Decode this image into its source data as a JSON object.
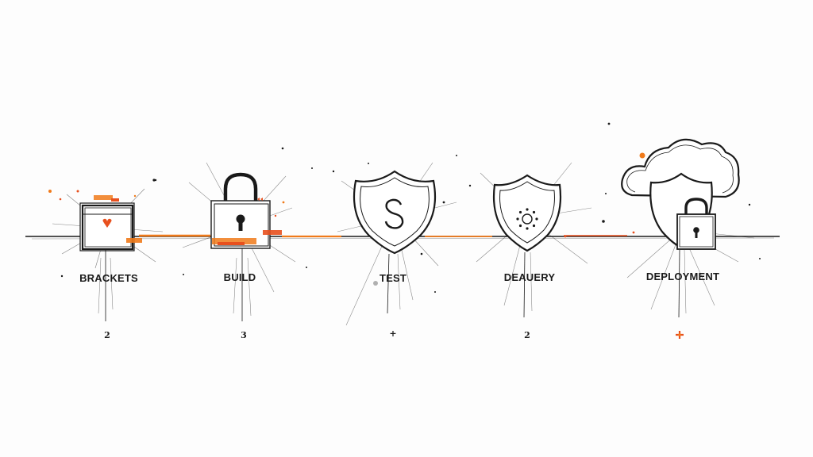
{
  "stages": [
    {
      "label": "BRACKETS",
      "marker": "2",
      "icon": "window-heart-icon",
      "accent": "#e8501e"
    },
    {
      "label": "BUILD",
      "marker": "3",
      "icon": "padlock-icon",
      "accent": "#f07a1a"
    },
    {
      "label": "TEST",
      "marker": "+",
      "icon": "shield-s-icon",
      "accent": "#e8501e"
    },
    {
      "label": "DEAUERY",
      "marker": "2",
      "icon": "shield-gear-icon",
      "accent": "#f07a1a"
    },
    {
      "label": "DEPLOYMENT",
      "marker": "",
      "icon": "cloud-shield-lock-icon",
      "accent": "#e8501e"
    }
  ],
  "colors": {
    "ink": "#1a1a1a",
    "accent_orange": "#f07a1a",
    "accent_red": "#e8501e",
    "background": "#fdfdfd"
  }
}
